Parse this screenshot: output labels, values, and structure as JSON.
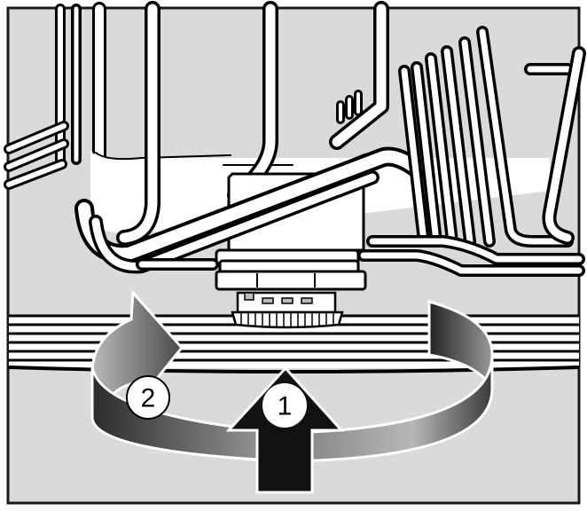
{
  "illustration": {
    "subject": "Dishwasher lower spray arm being fitted under basket",
    "background_color": "#d9dadb",
    "border_color": "#1a1a1a",
    "steps": [
      {
        "number": "1",
        "label": "1",
        "meaning": "push spray arm upward",
        "arrow_color": "#111111"
      },
      {
        "number": "2",
        "label": "2",
        "meaning": "turn clockwise",
        "arrow_gradient": [
          "#2a2a2a",
          "#c8c8c8"
        ]
      }
    ]
  }
}
